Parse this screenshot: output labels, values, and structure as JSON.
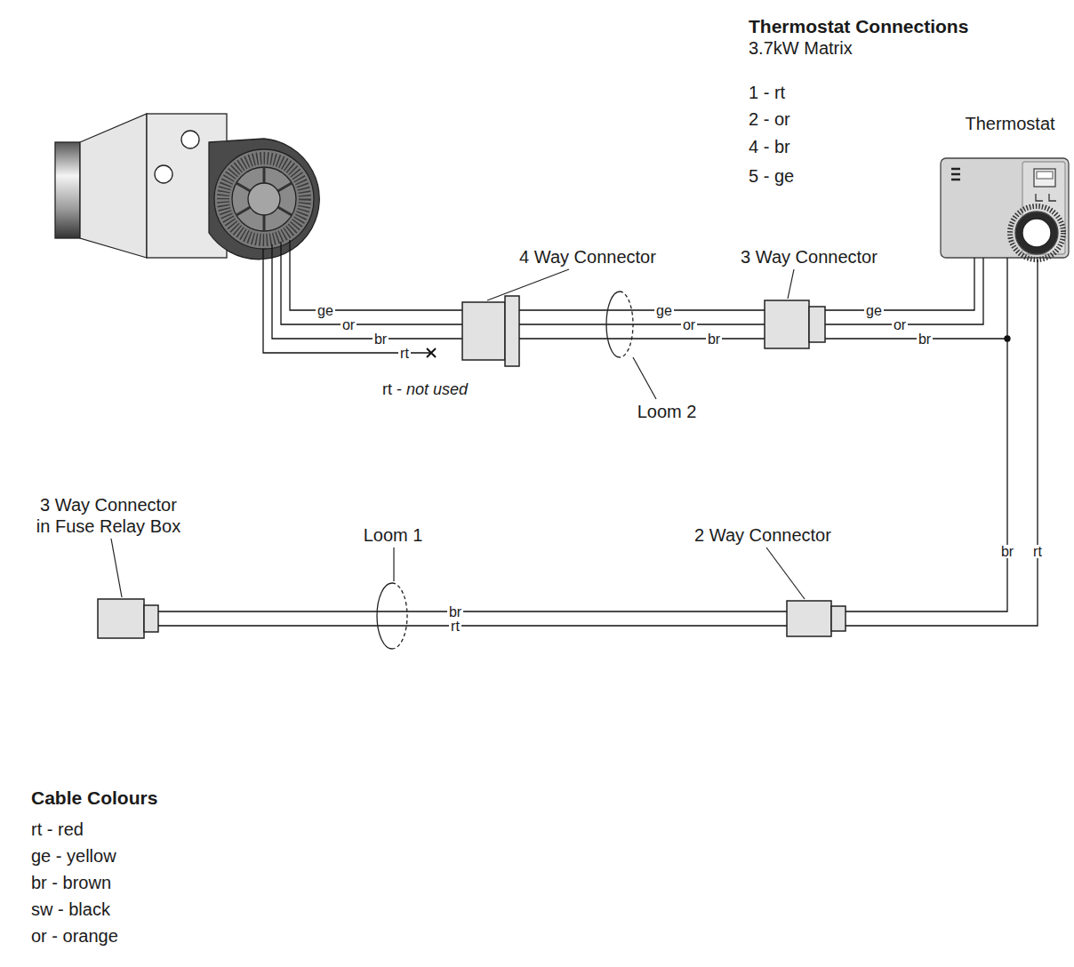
{
  "diagram": {
    "labels": [
      "Thermostat Connections",
      "3.7kW Matrix",
      "1 - rt",
      "2 - or",
      "4 - br",
      "5 - ge",
      "Thermostat",
      "4 Way Connector",
      "3 Way Connector",
      "ge",
      "or",
      "br",
      "rt",
      "rt -",
      "not used",
      "ge",
      "or",
      "br",
      "ge",
      "or",
      "br",
      "Loom 2",
      "3 Way Connector in Fuse Relay Box",
      "Loom 1",
      "2 Way Connector",
      "br",
      "rt",
      "br",
      "rt",
      "Cable Colours",
      "rt - red",
      "ge - yellow",
      "br - brown",
      "sw - black",
      "or - orange"
    ]
  }
}
